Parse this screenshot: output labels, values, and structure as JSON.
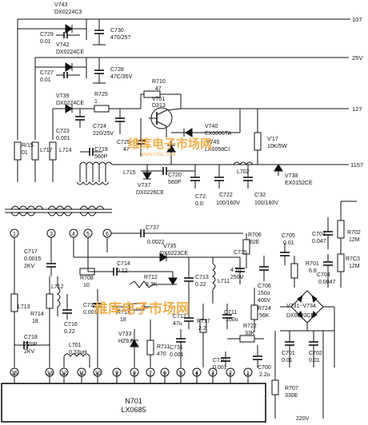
{
  "rails": {
    "r107": "107",
    "r25v": "25V",
    "r127": "127",
    "r1157": "1157"
  },
  "components": {
    "V743": "V743",
    "DX0224C3": "DX0224C3",
    "C729": "C729",
    "C729v": "0.01",
    "C730": "C730",
    "C730v": "470/25?",
    "V742": "V742",
    "DX0224CE_a": "DX0224CE",
    "C727": "C727",
    "C727v": "0.01",
    "C728": "C728",
    "C728v": "47C/35V",
    "R710": "R710",
    "R710v": "47",
    "V701": "V701",
    "D313": "D313",
    "V739": "V739",
    "DX0224CE_b": "DX0224CE",
    "R725": "R725",
    "R725v": "1",
    "C723": "C723",
    "C723v": "0.001",
    "R715": "R/15",
    "R715v": "01",
    "L717": "L717",
    "L714": "L714",
    "C724": "C724",
    "C724v": "220/25V",
    "C725": "C725",
    "C725v": "47",
    "V740": "V740",
    "EX0006TA": "EX0006TA",
    "V745": "V745",
    "LX0058CI": "LX0058CI",
    "V717": "V'17",
    "V717v": "10K/5W",
    "C719": "C719",
    "C719v": "560P",
    "L715": "L715",
    "C720": "C720",
    "C720v": "560P",
    "V737": "V737",
    "DX0226CE": "DX0226CE",
    "C721": "C72:",
    "C721v": "0.0:",
    "C722": "C722",
    "C722v": "100/160V",
    "C32": "C'32",
    "C32v": "100/160V",
    "L702": "L702",
    "V738": "V738",
    "EX0152CE": "EX0152CE",
    "C737": "C737",
    "C737v": "0.0022",
    "R706": "R706",
    "R706v": "82E",
    "C705": "C705",
    "C705v": "0.01",
    "C703": "C703",
    "C703v": "0.047",
    "R702": "R702",
    "R702v": "12M",
    "R703": "R7C3",
    "R703v": "12M",
    "C704": "C704",
    "C704v": "0.0047",
    "C717": "C717",
    "C717v": "0.0015",
    "C717v2": "2KV",
    "V735": "V735",
    "DX0223CE": "DX0223CE",
    "C714": "C714",
    "C714v": "0.12",
    "R708": "R708",
    "R708v": "10",
    "R712": "R712",
    "R712v": "3.3K",
    "C713": "C713",
    "C713v": "0.22",
    "L711": "L711",
    "C735": "C735",
    "C735v": "4.7u",
    "C735v2": "250V",
    "C706": "C706",
    "C706v": "150u",
    "C706v2": "400V",
    "R701": "R701",
    "R701v": "6.8",
    "L712": "L712",
    "L713": "L713",
    "R714": "R714",
    "R714v": "18",
    "C716": "C716",
    "C716v": "0.22",
    "C733": "C733",
    "C733v": "0.001",
    "R713": "R713",
    "R713v": "18",
    "C711": "C711",
    "C711v": "100u",
    "R724": "R724",
    "R724v": "56K",
    "V731_734": "V731~V734",
    "DX0220CE": "DX0220CE",
    "V733": "V733",
    "HZ6": "HZ6.8",
    "R711": "R711",
    "R711v": "470",
    "C712": "C712",
    "C712v": "47u",
    "R717": "R717",
    "R717v": "2.2",
    "R722": "R722",
    "R722v": "33K",
    "C731": "C731",
    "C731v": "0.001",
    "C718": "C718",
    "C718v": "220P",
    "C718v2": "2KV",
    "L701": "L701",
    "L701v": "0.33uH",
    "C710": "C710",
    "C710v": "0.001",
    "C700": "C700",
    "C700v": "2.2u",
    "C701": "C701",
    "C701v": "0.01",
    "C702": "C702",
    "C702v": "0.01",
    "R707": "R707",
    "R707v": "330E",
    "ac": "220V"
  },
  "ic": {
    "name": "N701",
    "part": "LX0685"
  },
  "pins": [
    "15",
    "13",
    "12",
    "11",
    "10",
    "9",
    "8",
    "7",
    "6",
    "5",
    "4",
    "3",
    "2",
    "1"
  ],
  "connector_pins": [
    "1",
    "3",
    "4",
    "5",
    "6"
  ],
  "watermark": {
    "text": "维库电子市场网",
    "url": "WWW.DZSC.COM",
    "text2": "维库电子市场网"
  }
}
